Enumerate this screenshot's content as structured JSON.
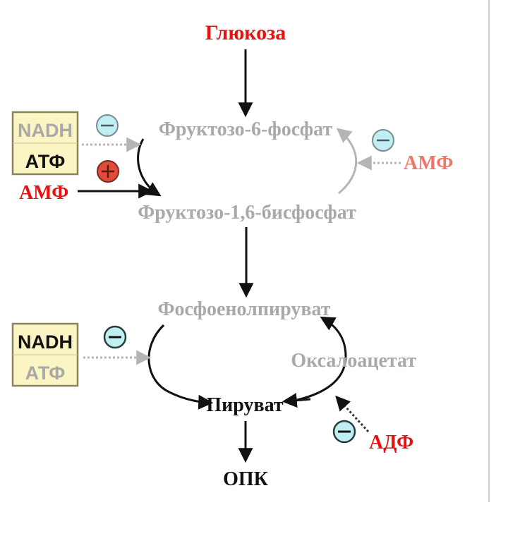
{
  "colors": {
    "red": "#e8110f",
    "pale_red": "#f0756b",
    "grey_text": "#a9a9a9",
    "black": "#111111",
    "box_fill": "#fbf5c4",
    "box_border": "#8a8458",
    "inhibit_fill": "#bfeef3",
    "activate_fill": "#e24a3a",
    "dotted": "#a9a9a9"
  },
  "metabolites": {
    "glucose": "Глюкоза",
    "f6p": "Фруктозо-6-фосфат",
    "f16bp": "Фруктозо-1,6-бисфосфат",
    "pep": "Фосфоенолпируват",
    "oaa": "Оксалоацетат",
    "pyruvate": "Пируват",
    "opk": "ОПК"
  },
  "regulators": {
    "upper_box": {
      "line1": "NADH",
      "line2": "АТФ"
    },
    "lower_box": {
      "line1": "NADH",
      "line2": "АТФ"
    },
    "amp_left": "АМФ",
    "amp_right": "АМФ",
    "adp": "АДФ"
  },
  "signs": {
    "inhibit": "−",
    "activate": "+"
  }
}
